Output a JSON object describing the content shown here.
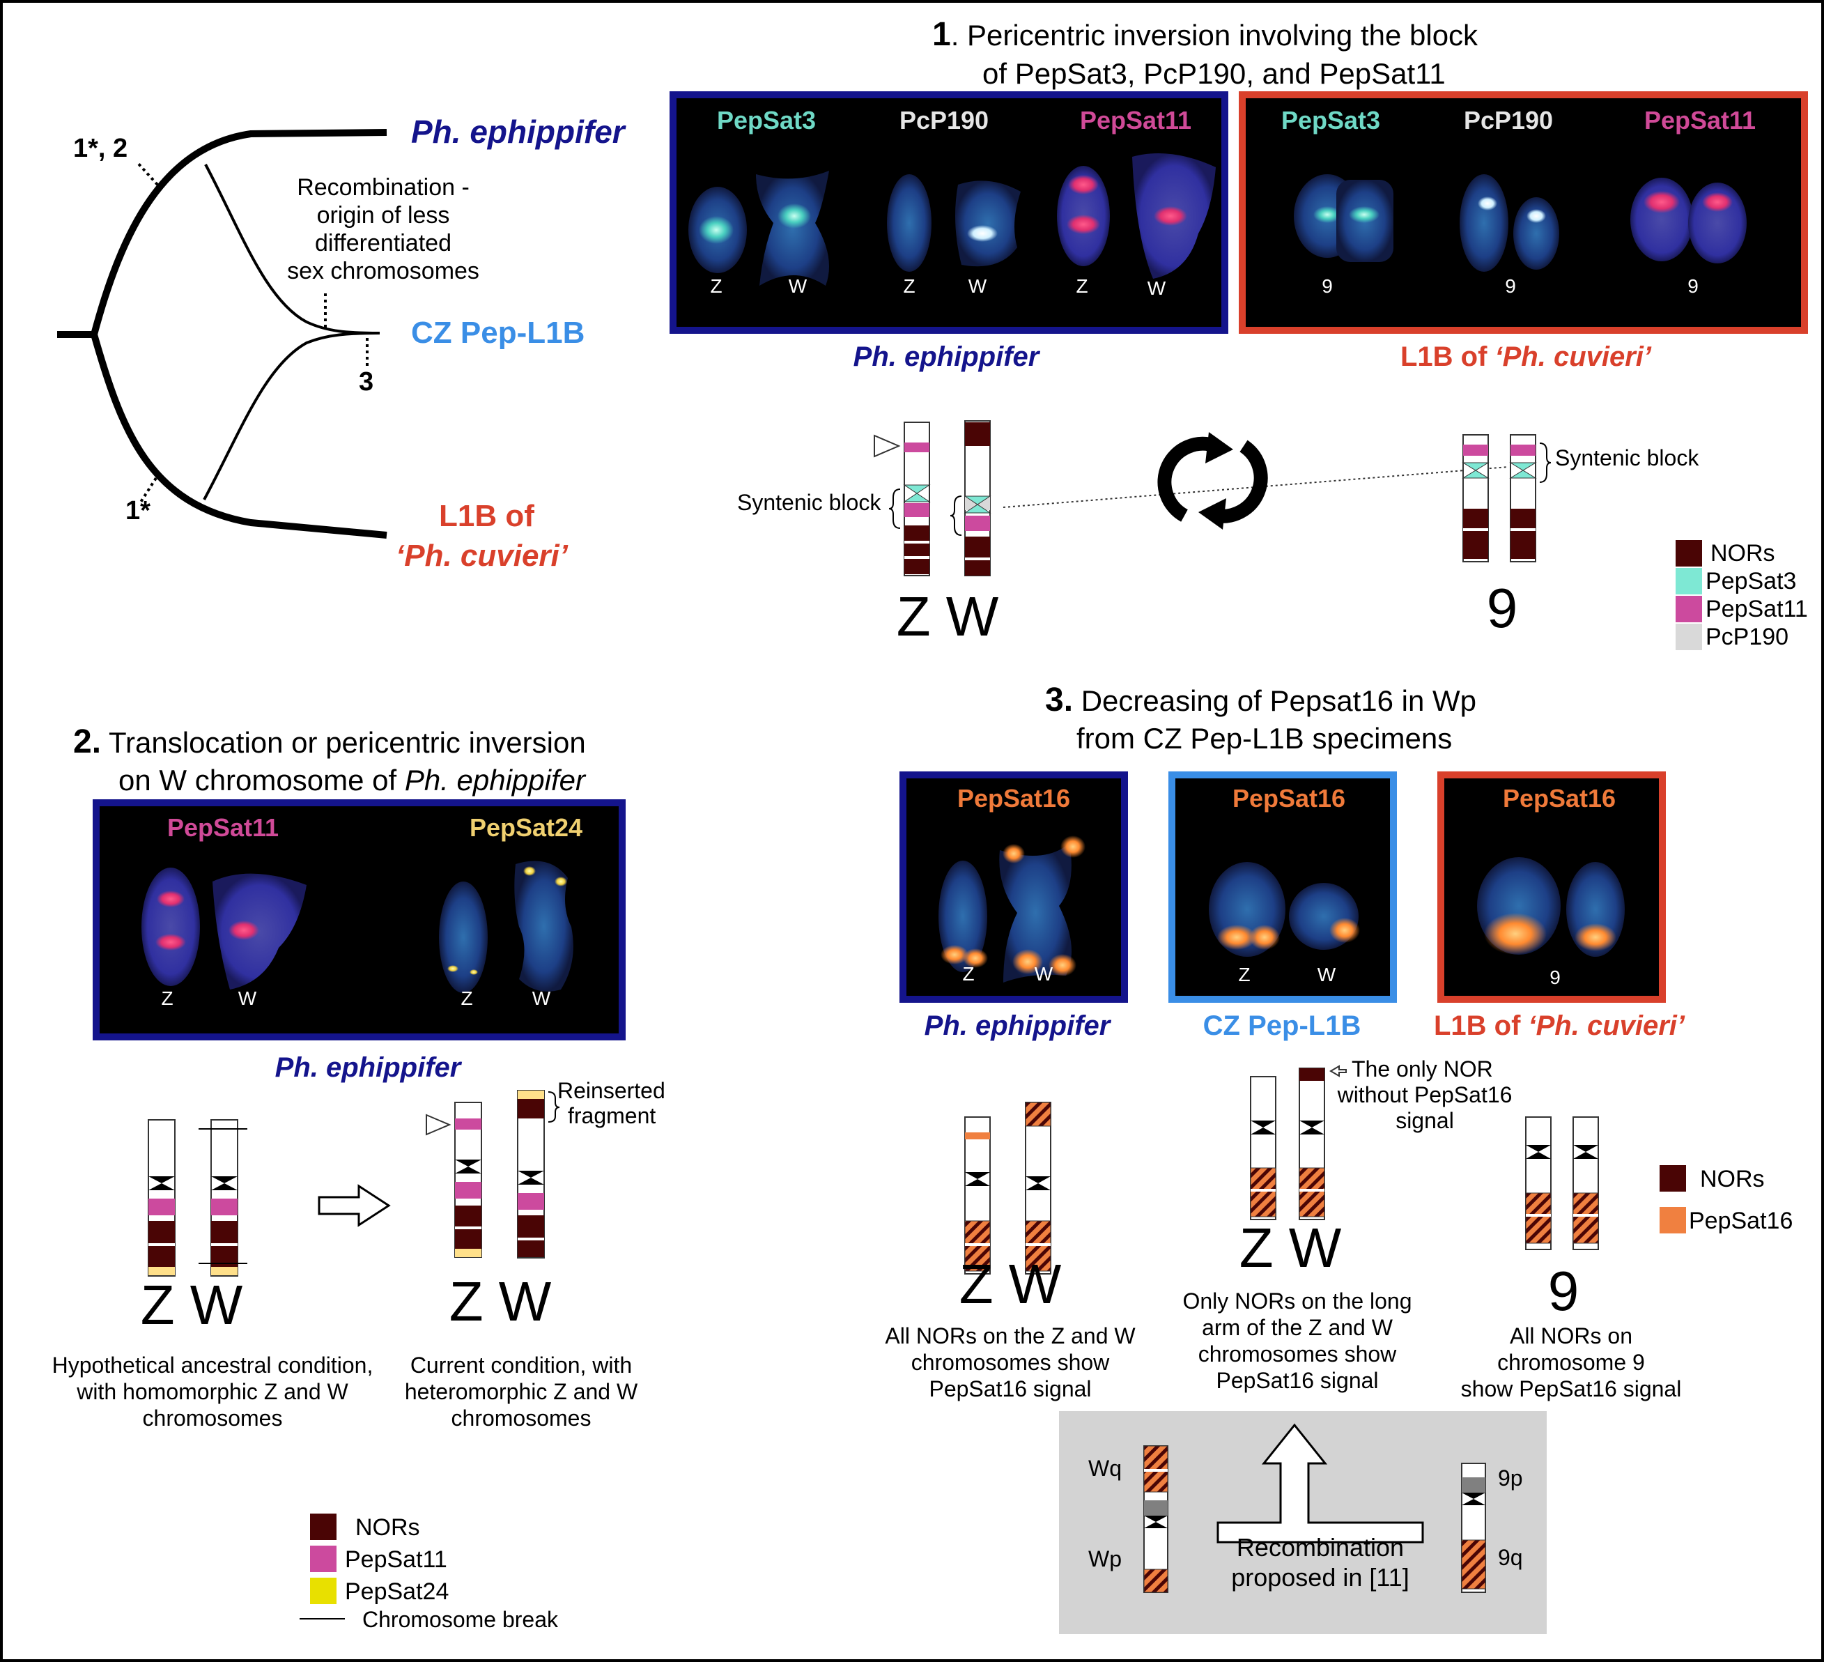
{
  "tree": {
    "taxon_ephippifer": "Ph. ephippifer",
    "taxon_cz": "CZ Pep-L1B",
    "taxon_l1b_line1": "L1B of",
    "taxon_l1b_line2": "‘Ph. cuvieri’",
    "mark_upper": "1*, 2",
    "mark_lower": "1*",
    "mark_cz": "3",
    "recomb_note": [
      "Recombination -",
      "origin of less",
      "differentiated",
      "sex chromosomes"
    ]
  },
  "panel1": {
    "number": "1",
    "title_line1": ". Pericentric inversion involving the block",
    "title_line2": "of PepSat3, PcP190, and PepSat11",
    "probes": [
      "PepSat3",
      "PcP190",
      "PepSat11"
    ],
    "labels_ephippifer": [
      "Z",
      "W",
      "Z",
      "W",
      "Z",
      "W"
    ],
    "labels_l1b": [
      "9",
      "9",
      "9"
    ],
    "caption_left": "Ph. ephippifer",
    "caption_right_prefix": "L1B of ",
    "caption_right_italic": "‘Ph. cuvieri’",
    "syntenic_left": "Syntenic block",
    "syntenic_right": "Syntenic block",
    "zw_label": "Z W",
    "chr9_label": "9",
    "legend": [
      {
        "label": "NORs",
        "color": "#4a0505"
      },
      {
        "label": "PepSat3",
        "color": "#7ee8d4"
      },
      {
        "label": "PepSat11",
        "color": "#cc4a9e"
      },
      {
        "label": "PcP190",
        "color": "#d9d9d9"
      }
    ]
  },
  "panel2": {
    "number": "2.",
    "title_line1": " Translocation or pericentric inversion",
    "title_line2_prefix": "on W chromosome of ",
    "title_line2_italic": "Ph. ephippifer",
    "probes": [
      "PepSat11",
      "PepSat24"
    ],
    "labels": [
      "Z",
      "W",
      "Z",
      "W"
    ],
    "caption": "Ph. ephippifer",
    "reinserted": [
      "Reinserted",
      "fragment"
    ],
    "zw_label": "Z W",
    "desc_left": [
      "Hypothetical ancestral condition,",
      "with homomorphic Z and W",
      "chromosomes"
    ],
    "desc_right": [
      "Current condition, with",
      "heteromorphic Z and W",
      "chromosomes"
    ],
    "legend": [
      {
        "label": "NORs",
        "color": "#4a0505"
      },
      {
        "label": "PepSat11",
        "color": "#cc4a9e"
      },
      {
        "label": "PepSat24",
        "color": "#e8e000"
      }
    ],
    "legend_break": "Chromosome break"
  },
  "panel3": {
    "number": "3.",
    "title_line1": " Decreasing of Pepsat16 in Wp",
    "title_line2": "from CZ Pep-L1B specimens",
    "probe": "PepSat16",
    "labels_eph": [
      "Z",
      "W"
    ],
    "labels_cz": [
      "Z",
      "W"
    ],
    "labels_l1b": [
      "9"
    ],
    "caption_eph": "Ph. ephippifer",
    "caption_cz": "CZ Pep-L1B",
    "caption_l1b_prefix": "L1B of ",
    "caption_l1b_italic": "‘Ph. cuvieri’",
    "only_nor": [
      "The only NOR",
      "without PepSat16",
      "signal"
    ],
    "zw_label": "Z W",
    "chr9_label": "9",
    "desc_a": [
      "All NORs on the Z and W",
      "chromosomes show",
      "PepSat16 signal"
    ],
    "desc_b": [
      "Only NORs on the long",
      "arm of the Z and W",
      "chromosomes show",
      "PepSat16 signal"
    ],
    "desc_c": [
      "All NORs on",
      "chromosome 9",
      "show PepSat16 signal"
    ],
    "legend": [
      {
        "label": "NORs",
        "color": "#4a0505"
      },
      {
        "label": "PepSat16",
        "color": "#f08040"
      }
    ],
    "box": {
      "wq": "Wq",
      "wp": "Wp",
      "p9": "9p",
      "q9": "9q",
      "recomb": [
        "Recombination",
        "proposed in [11]"
      ]
    }
  },
  "colors": {
    "navy": "#14148c",
    "lightblue": "#3a8ee6",
    "red": "#d9402b",
    "nor": "#4a0505",
    "pepsat3": "#7ee8d4",
    "pepsat11": "#cc4a9e",
    "pcp190": "#d9d9d9",
    "pepsat24": "#e8e000",
    "pepsat16": "#f08040"
  }
}
